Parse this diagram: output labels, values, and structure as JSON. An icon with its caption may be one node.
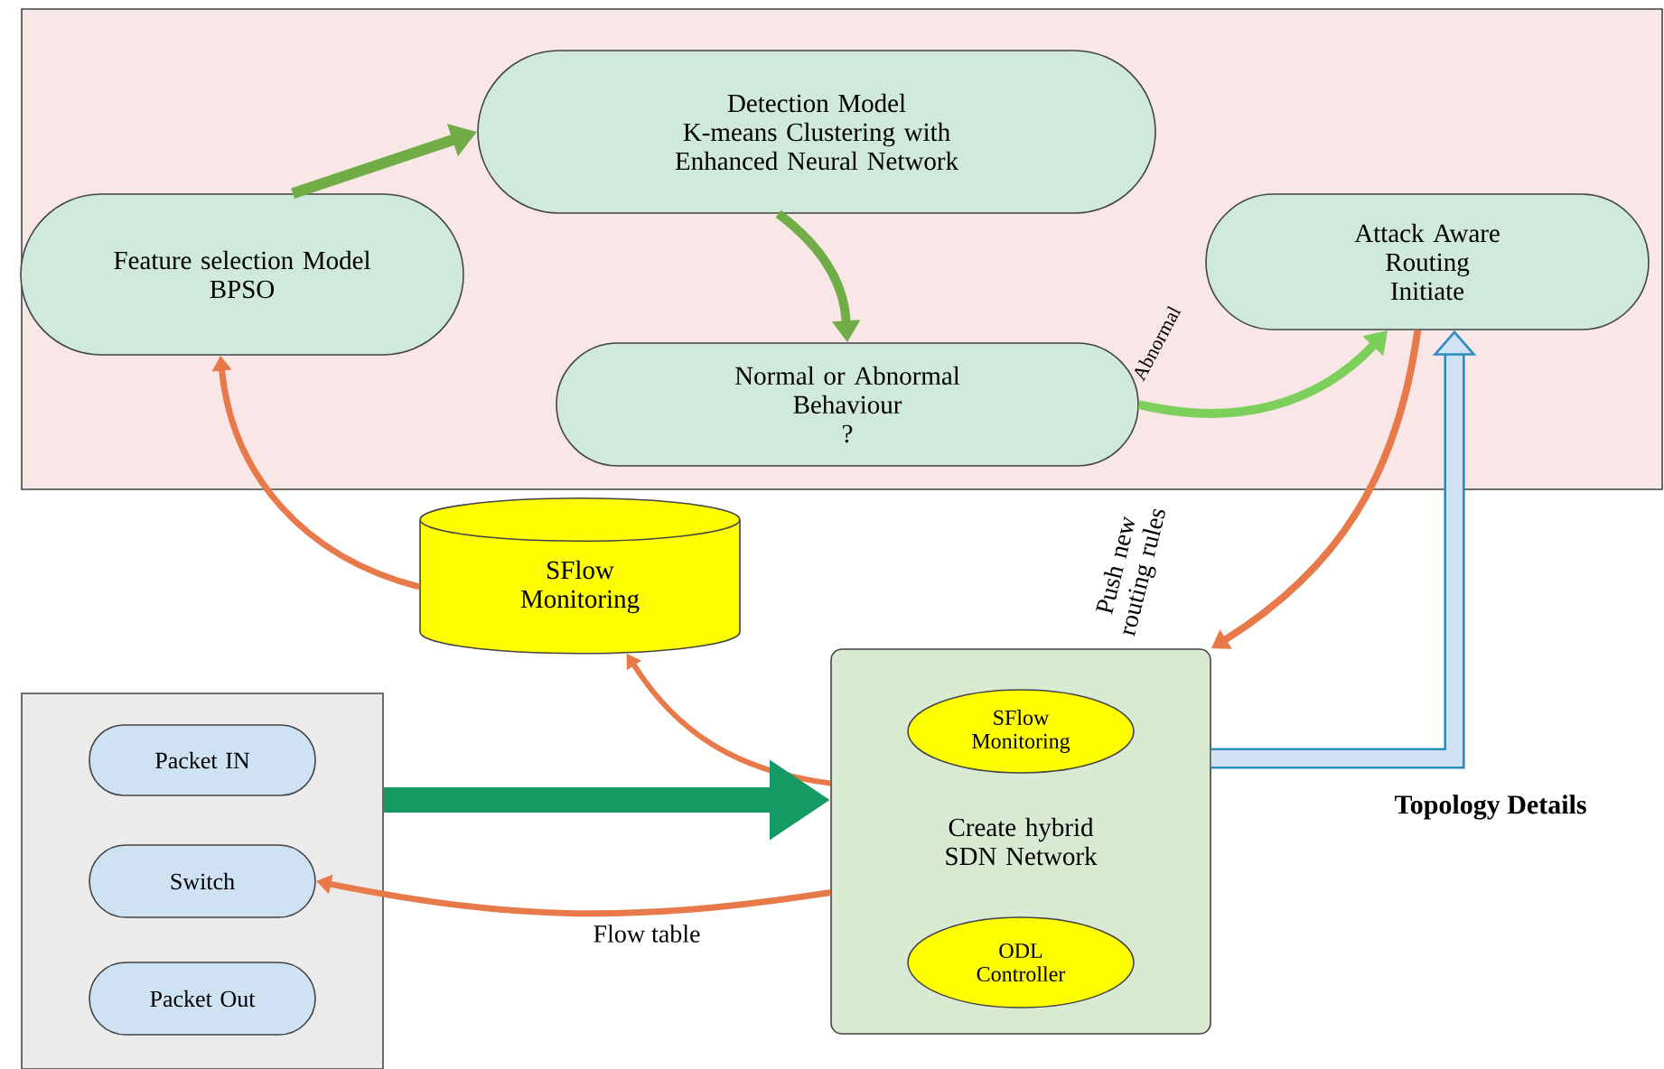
{
  "diagram": {
    "nodes": [
      {
        "text": [],
        "shape": "box"
      },
      {
        "text": [
          "Feature selection Model",
          "BPSO"
        ],
        "in": 0
      },
      {
        "text": [
          "Detection Model",
          "K-means Clustering with Enhanced Neural Network"
        ],
        "in": 0
      },
      {
        "text": [
          "Normal or Abnormal Behaviour",
          "?"
        ],
        "in": 0
      },
      {
        "text": [
          "Attack Aware Routing Initiate"
        ],
        "in": 0
      },
      {
        "text": [
          "SFlow Monitoring"
        ]
      },
      {
        "text": [],
        "shape": "box"
      },
      {
        "text": [
          "Packet IN"
        ],
        "in": 6
      },
      {
        "text": [
          "Switch"
        ],
        "in": 6
      },
      {
        "text": [
          "Packet Out"
        ],
        "in": 6
      },
      {
        "text": [
          "Create hybrid SDN Network"
        ]
      },
      {
        "text": [
          "SFlow Monitoring"
        ],
        "in": 10
      },
      {
        "text": [
          "ODL Controller"
        ],
        "in": 10
      }
    ],
    "edges": [
      {
        "from": 1,
        "to": 2,
        "arrow": "to",
        "color": "#70ad47"
      },
      {
        "from": 2,
        "to": 3,
        "arrow": "to",
        "color": "#70ad47"
      },
      {
        "from": 3,
        "to": 4,
        "arrow": "to",
        "label": "Abnormal",
        "color": "#7ccf5a"
      },
      {
        "from": 4,
        "to": 10,
        "arrow": "to",
        "label": "Push new routing rules",
        "color": "#e8794a"
      },
      {
        "from": 10,
        "to": 5,
        "arrow": "to",
        "color": "#e8794a"
      },
      {
        "from": 5,
        "to": 1,
        "arrow": "to",
        "color": "#e8794a"
      },
      {
        "from": 6,
        "to": 10,
        "arrow": "to",
        "style": "thick",
        "color": "#159a65"
      },
      {
        "from": 10,
        "to": 8,
        "arrow": "to",
        "label": "Flow table",
        "color": "#e8794a"
      },
      {
        "from": 10,
        "to": 4,
        "arrow": "to",
        "label": "Topology Details",
        "style": "thick",
        "color": "#2e8bc0"
      }
    ]
  }
}
